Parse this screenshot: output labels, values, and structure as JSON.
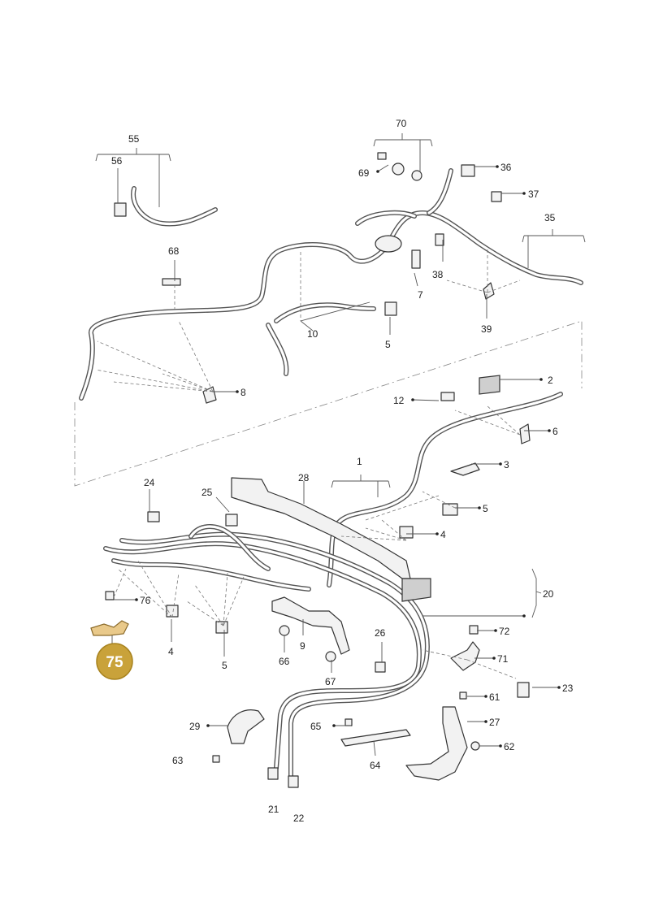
{
  "highlight": {
    "number": "75",
    "badge_color": "#c9a23a",
    "badge_text_color": "#ffffff",
    "part_color": "#e9c98a"
  },
  "labels": {
    "l1": "1",
    "l2": "2",
    "l3": "3",
    "l4a": "4",
    "l4b": "4",
    "l5a": "5",
    "l5b": "5",
    "l5c": "5",
    "l6": "6",
    "l7": "7",
    "l8": "8",
    "l9": "9",
    "l10": "10",
    "l12": "12",
    "l20": "20",
    "l21": "21",
    "l22": "22",
    "l23": "23",
    "l24": "24",
    "l25": "25",
    "l26": "26",
    "l27": "27",
    "l28": "28",
    "l29": "29",
    "l35": "35",
    "l36": "36",
    "l37": "37",
    "l38": "38",
    "l39": "39",
    "l55": "55",
    "l56": "56",
    "l61": "61",
    "l62": "62",
    "l63": "63",
    "l64": "64",
    "l65": "65",
    "l66": "66",
    "l67": "67",
    "l68": "68",
    "l69": "69",
    "l70": "70",
    "l71": "71",
    "l72": "72",
    "l76": "76"
  }
}
